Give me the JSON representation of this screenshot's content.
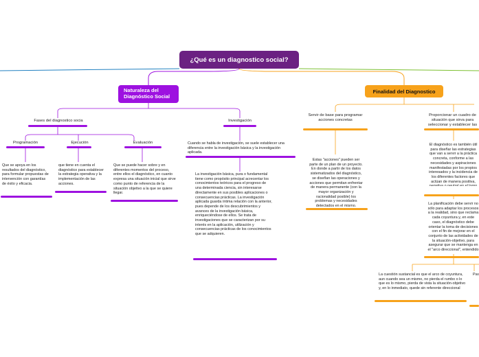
{
  "root": {
    "label": "¿Qué es un diagnostico social?"
  },
  "colors": {
    "root": "#6b2182",
    "purple": "#9d11e0",
    "orange": "#f7a21b",
    "link_blue": "#1f7fc0",
    "link_green": "#7bbf2f"
  },
  "left": {
    "title": "Naturaleza del Diagnóstico Social",
    "fases": {
      "label": "Fases del diagnostico socia",
      "programacion": {
        "label": "Programación",
        "text": "Que se apoya en los resultados del diagnóstico, para formular propuestas de intervención con garantías de éxito y eficacia."
      },
      "ejecucion": {
        "label": "Ejecución",
        "text": "que tiene en cuenta el diagnóstico para establecer la estrategia operativa y la implementación de las acciones."
      },
      "evaluacion": {
        "label": "Evaluación",
        "text": "Que se puede hacer sobre y en diferentes momentos del proceso, entre ellos el diagnóstico, en cuanto expresa una situación inicial que sirve como punto de referencia de la situación objetivo a la que se quiere llegar."
      }
    },
    "investigacion": {
      "label": "Investigación",
      "text1": "Cuando se habla de investigación, se suele establecer una diferencia entre la investigación básica y la investigación aplicada.",
      "text2": "La investigación básica, pura o fundamental tiene como propósito principal acrecentar los conocimientos teóricos para el progreso de una determinada ciencia, sin interesarse directamente en sus posibles aplicaciones o consecuencias prácticas. La investigación aplicada guarda íntima relación con la anterior, pues depende de los descubrimientos y avances de la investigación básica, enriqueciéndose de ellos. Se trata de investigaciones que se caracterizan por su interés en la aplicación, utilización y consecuencias prácticas de los conocimientos que se adquieren."
    }
  },
  "right": {
    "title": "Finalidad del Diagnostico",
    "base": {
      "label": "Servir de base para programar acciones concretas",
      "text": "Estas \"acciones\" pueden ser parte de un plan de un proyecto. En donde a partir de los datos sistematizados del diagnóstico, se diseñan las operaciones y acciones que permitan enfrentar de manera permanente (con la mayor organización y racionalidad posible) los problemas y necesidades detectados en el mismo."
    },
    "cuadro": {
      "label": "Proporcionar un cuadro de situación que sirva para seleccionar y establecer las estrategias de actuación.",
      "text1": "El diagnóstico es también útil para diseñar las estrategias que van a servir a la práctica concreta, conforme a las necesidades y aspiraciones manifestadas por los propios interesados y la incidencia de los diferentes factores que actúan de manera positiva, negativa o neutral en el logro de los objetivos propuestos de la intervención que se van a realizar.",
      "text2": "La planificación debe servir no sólo para adaptar los procesos a la realidad, sino que reclama cada coyuntura y, en este caso, el diagnóstico debe orientar la toma de decisiones con el fin de mejorar en el conjunto de las actividades de la situación-objetivo, para asegurar que se mantenga en el \"arco direccional\", entendido como la trayectoria que se recorre de la situación-inicial para alcanzar el objetivo.",
      "text3": "La cuestión sustancial es que el arco de coyuntura, aun cuando sea un mismo, no pierda el rumbo o lo que es lo mismo, pierda de vista la situación-objetivo y, en lo inmediato, quede sin referente direccional",
      "text4": "Para ello cada coyuntura debe proporcionar herramientas que permitan a la práctica, hacia las estrategias propuestas."
    }
  }
}
